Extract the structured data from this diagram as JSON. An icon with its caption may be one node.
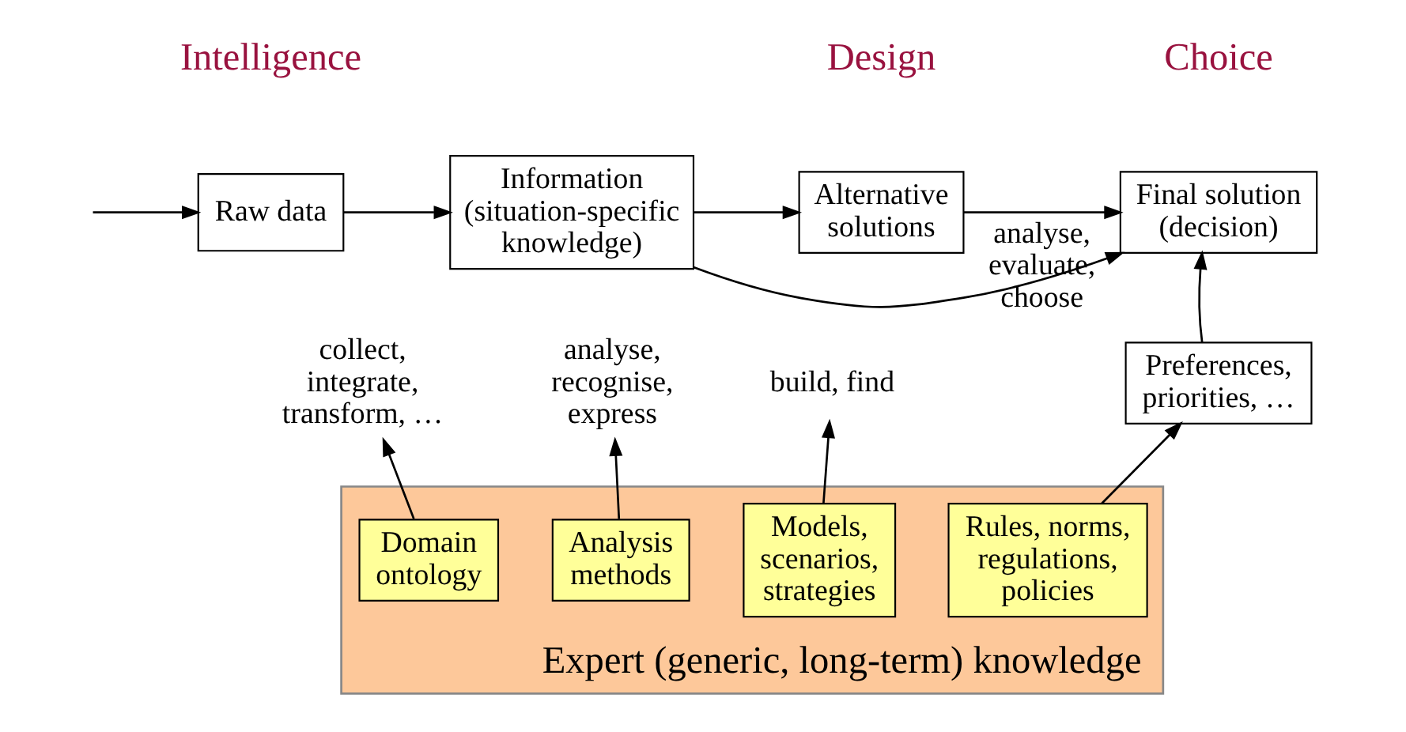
{
  "diagram": {
    "nodes": [
      {
        "text": [
          "Raw data"
        ]
      },
      {
        "text": [
          "collect, integrate, transform, …"
        ]
      },
      {
        "text": [
          "Information (situation-specific knowledge)"
        ]
      },
      {
        "text": [
          "analyse, recognise, express"
        ]
      },
      {
        "text": [
          "Alternative solutions"
        ]
      },
      {
        "text": [
          "build, find"
        ]
      },
      {
        "text": [
          "Final solution (decision)"
        ]
      },
      {
        "text": [
          "Preferences, priorities, …"
        ]
      },
      {
        "text": [
          "Expert (generic, long-term) knowledge"
        ]
      },
      {
        "text": [
          "Domain ontology"
        ],
        "in": 8
      },
      {
        "text": [
          "Analysis methods"
        ],
        "in": 8
      },
      {
        "text": [
          "Models, scenarios, strategies"
        ],
        "in": 8
      },
      {
        "text": [
          "Rules, norms, regulations, policies"
        ],
        "in": 8
      }
    ],
    "edges": [
      {
        "from": null,
        "to": 0,
        "arrow": "to"
      },
      {
        "from": 0,
        "to": 2,
        "arrow": "to"
      },
      {
        "from": 2,
        "to": 4,
        "arrow": "to"
      },
      {
        "from": 4,
        "to": 6,
        "arrow": "to",
        "label": "analyse, evaluate, choose"
      },
      {
        "from": 2,
        "to": 6,
        "arrow": "to"
      },
      {
        "from": 7,
        "to": 6,
        "arrow": "to"
      },
      {
        "from": 9,
        "to": 1,
        "arrow": "to"
      },
      {
        "from": 10,
        "to": 3,
        "arrow": "to"
      },
      {
        "from": 11,
        "to": 5,
        "arrow": "to"
      },
      {
        "from": 12,
        "to": 7,
        "arrow": "to"
      }
    ],
    "labels": [
      "Intelligence",
      "Design",
      "Choice"
    ]
  }
}
